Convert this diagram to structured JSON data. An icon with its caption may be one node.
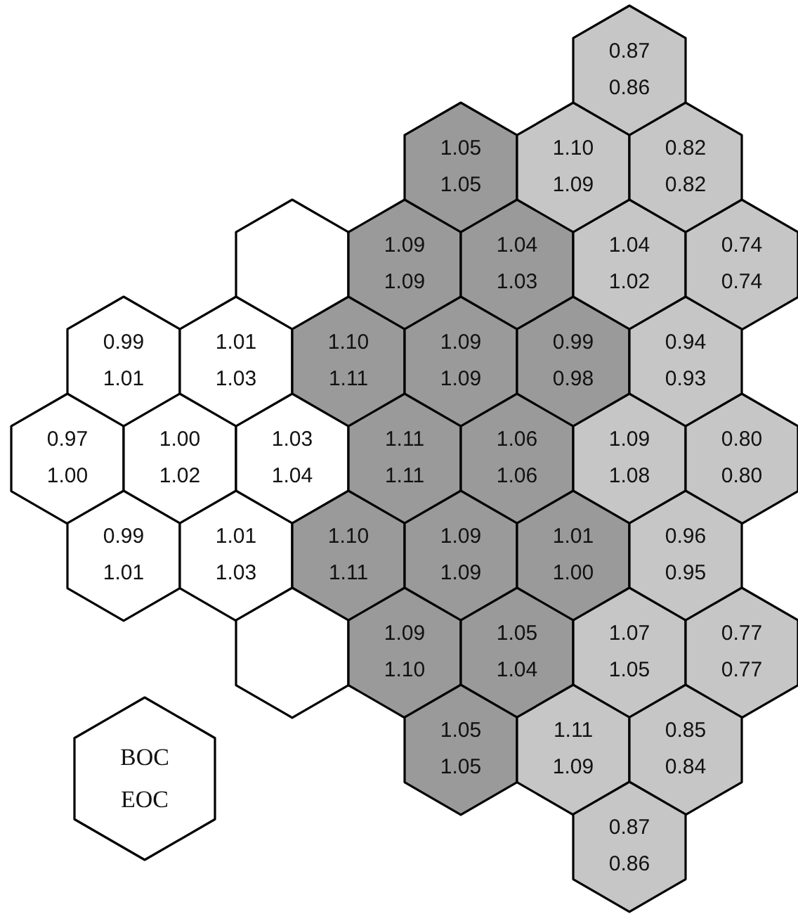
{
  "diagram": {
    "nodes": [
      {
        "text": [
          "0.87",
          "0.86"
        ]
      },
      {
        "text": [
          "1.05",
          "1.05"
        ]
      },
      {
        "text": [
          "1.10",
          "1.09"
        ]
      },
      {
        "text": [
          "0.82",
          "0.82"
        ]
      },
      {
        "text": [],
        "shape": "hexagon"
      },
      {
        "text": [
          "1.09",
          "1.09"
        ]
      },
      {
        "text": [
          "1.04",
          "1.03"
        ]
      },
      {
        "text": [
          "1.04",
          "1.02"
        ]
      },
      {
        "text": [
          "0.74",
          "0.74"
        ]
      },
      {
        "text": [
          "0.99",
          "1.01"
        ]
      },
      {
        "text": [
          "1.01",
          "1.03"
        ]
      },
      {
        "text": [
          "1.10",
          "1.11"
        ]
      },
      {
        "text": [
          "1.09",
          "1.09"
        ]
      },
      {
        "text": [
          "0.99",
          "0.98"
        ]
      },
      {
        "text": [
          "0.94",
          "0.93"
        ]
      },
      {
        "text": [
          "0.97",
          "1.00"
        ]
      },
      {
        "text": [
          "1.00",
          "1.02"
        ]
      },
      {
        "text": [
          "1.03",
          "1.04"
        ]
      },
      {
        "text": [
          "1.11",
          "1.11"
        ]
      },
      {
        "text": [
          "1.06",
          "1.06"
        ]
      },
      {
        "text": [
          "1.09",
          "1.08"
        ]
      },
      {
        "text": [
          "0.80",
          "0.80"
        ]
      },
      {
        "text": [
          "0.99",
          "1.01"
        ]
      },
      {
        "text": [
          "1.01",
          "1.03"
        ]
      },
      {
        "text": [
          "1.10",
          "1.11"
        ]
      },
      {
        "text": [
          "1.09",
          "1.09"
        ]
      },
      {
        "text": [
          "1.01",
          "1.00"
        ]
      },
      {
        "text": [
          "0.96",
          "0.95"
        ]
      },
      {
        "text": [],
        "shape": "hexagon"
      },
      {
        "text": [
          "1.09",
          "1.10"
        ]
      },
      {
        "text": [
          "1.05",
          "1.04"
        ]
      },
      {
        "text": [
          "1.07",
          "1.05"
        ]
      },
      {
        "text": [
          "0.77",
          "0.77"
        ]
      },
      {
        "text": [
          "1.05",
          "1.05"
        ]
      },
      {
        "text": [
          "1.11",
          "1.09"
        ]
      },
      {
        "text": [
          "0.85",
          "0.84"
        ]
      },
      {
        "text": [
          "BOC",
          "EOC"
        ]
      },
      {
        "text": [
          "0.87",
          "0.86"
        ]
      }
    ]
  }
}
